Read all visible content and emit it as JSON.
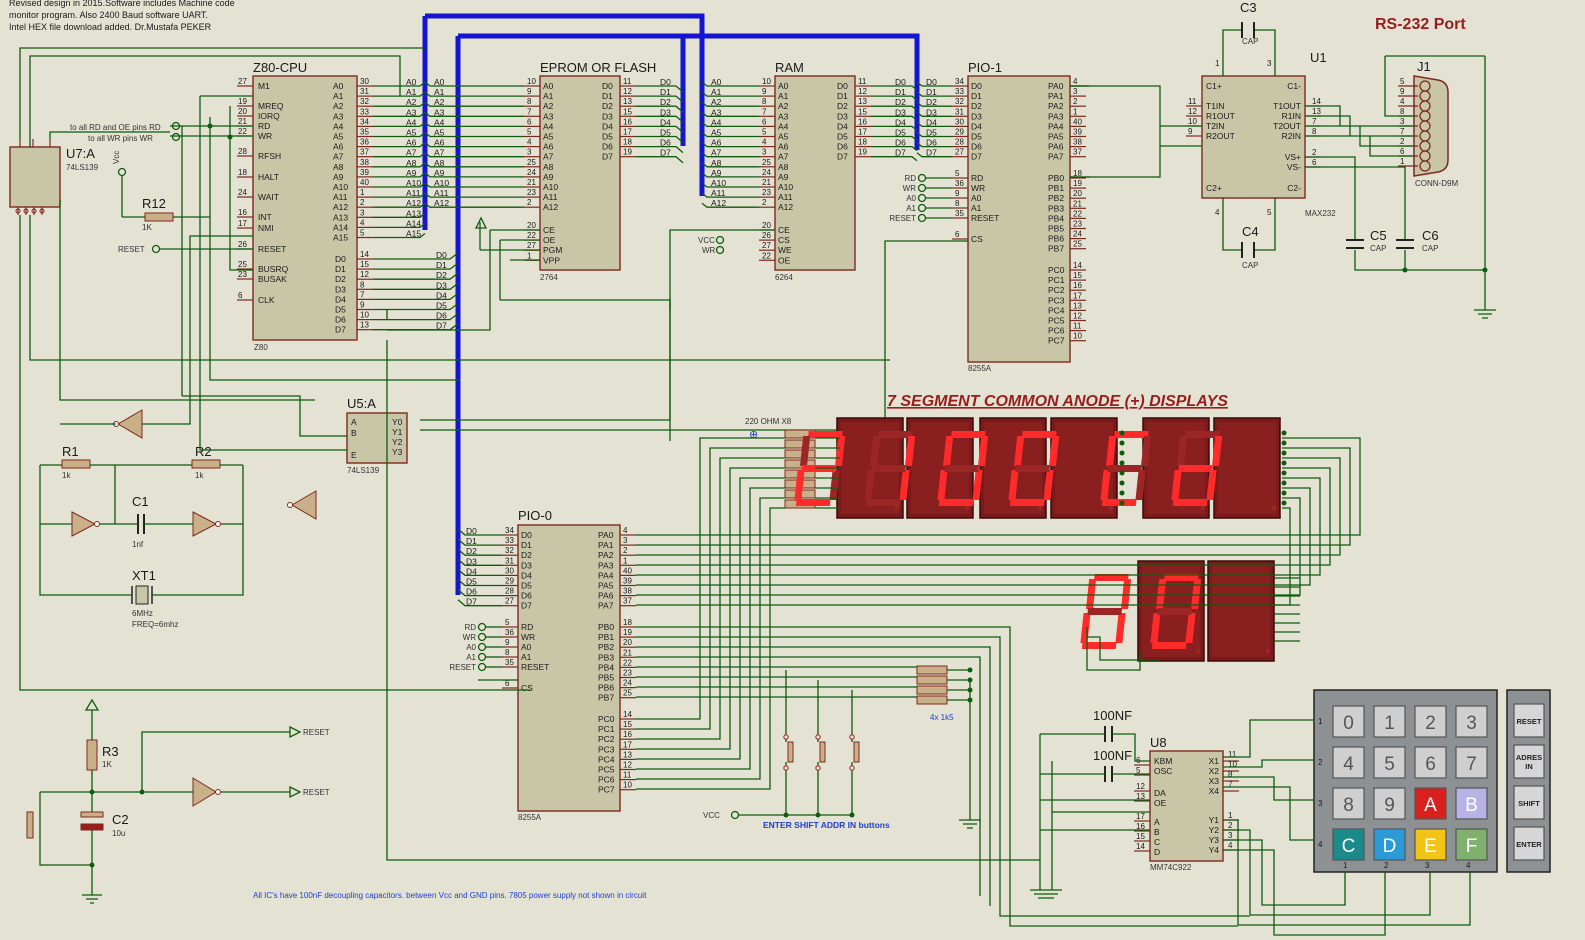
{
  "header_notes": [
    "Revised design in 2015.Software includes Machine code",
    "monitor program. Also 2400 Baud software UART.",
    "Intel HEX file download added.         Dr.Mustafa PEKER"
  ],
  "titles": {
    "rs232": "RS-232 Port",
    "display": "7 SEGMENT COMMON ANODE (+) DISPLAYS",
    "footer": "All IC's have 100nF decoupling capacitors. between Vcc and GND pins. 7805 power supply not shown in circuit",
    "buttons_caption": "ENTER  SHIFT    ADDR IN  buttons"
  },
  "chips": {
    "cpu": {
      "name": "Z80-CPU",
      "part": "Z80"
    },
    "eprom": {
      "name": "EPROM OR FLASH",
      "part": "2764"
    },
    "ram": {
      "name": "RAM",
      "part": "6264"
    },
    "pio1": {
      "name": "PIO-1",
      "part": "8255A"
    },
    "pio0": {
      "name": "PIO-0",
      "part": "8255A"
    },
    "u7": {
      "name": "U7:A",
      "part": "74LS139"
    },
    "u5": {
      "name": "U5:A",
      "part": "74LS139"
    },
    "u1": {
      "name": "U1",
      "part": "MAX232"
    },
    "u8": {
      "name": "U8",
      "part": "MM74C922"
    },
    "j1": {
      "name": "J1",
      "part": "CONN-D9M"
    }
  },
  "components": {
    "r12": "R12",
    "r12_val": "1K",
    "r1": "R1",
    "r1_val": "1k",
    "r2": "R2",
    "r2_val": "1k",
    "r3": "R3",
    "r3_val": "1K",
    "c1": "C1",
    "c1_val": "1nf",
    "c2": "C2",
    "c2_val": "10u",
    "c3": "C3",
    "c4": "C4",
    "c5": "C5",
    "c6": "C6",
    "cap": "CAP",
    "xt1": "XT1",
    "xt1_val": "6MHz",
    "xt1_freq": "FREQ=6mhz",
    "rnet": "220 OHM X8",
    "r4x": "4x 1k5",
    "c_kb1": "100NF",
    "c_kb2": "100NF"
  },
  "labels": {
    "to_rd": "to all RD and OE pins RD",
    "to_wr": "to all WR pins WR",
    "vcc": "VCC",
    "vcc_lower": "Vcc",
    "reset": "RESET",
    "wr": "WR",
    "rd": "RD"
  },
  "cpu_left_pins": [
    "M1",
    "MREQ",
    "IORQ",
    "RD",
    "WR",
    "RFSH",
    "HALT",
    "WAIT",
    "INT",
    "NMI",
    "RESET",
    "BUSRQ",
    "BUSAK",
    "CLK"
  ],
  "cpu_left_nums": [
    "27",
    "19",
    "20",
    "21",
    "22",
    "28",
    "18",
    "24",
    "16",
    "17",
    "26",
    "25",
    "23",
    "6"
  ],
  "cpu_addr_nums": [
    "30",
    "31",
    "32",
    "33",
    "34",
    "35",
    "36",
    "37",
    "38",
    "39",
    "40",
    "1",
    "2",
    "3",
    "4",
    "5"
  ],
  "cpu_data_nums": [
    "14",
    "15",
    "12",
    "8",
    "7",
    "9",
    "10",
    "13"
  ],
  "eprom_addr_nums": [
    "10",
    "9",
    "8",
    "7",
    "6",
    "5",
    "4",
    "3",
    "25",
    "24",
    "21",
    "23",
    "2"
  ],
  "eprom_data_nums": [
    "11",
    "12",
    "13",
    "15",
    "16",
    "17",
    "18",
    "19"
  ],
  "eprom_ctrl": [
    "CE",
    "OE",
    "PGM",
    "VPP"
  ],
  "eprom_ctrl_nums": [
    "20",
    "22",
    "27",
    "1"
  ],
  "ram_addr_nums": [
    "10",
    "9",
    "8",
    "7",
    "6",
    "5",
    "4",
    "3",
    "25",
    "24",
    "21",
    "23",
    "2"
  ],
  "ram_data_nums": [
    "11",
    "12",
    "13",
    "15",
    "16",
    "17",
    "18",
    "19"
  ],
  "ram_ctrl": [
    "CE",
    "CS",
    "WE",
    "OE"
  ],
  "ram_ctrl_nums": [
    "20",
    "26",
    "27",
    "22"
  ],
  "pio_data_nums": [
    "34",
    "33",
    "32",
    "31",
    "30",
    "29",
    "28",
    "27"
  ],
  "pio_pa_nums": [
    "4",
    "3",
    "2",
    "1",
    "40",
    "39",
    "38",
    "37"
  ],
  "pio_pb_nums": [
    "18",
    "19",
    "20",
    "21",
    "22",
    "23",
    "24",
    "25"
  ],
  "pio_pc_nums": [
    "14",
    "15",
    "16",
    "17",
    "13",
    "12",
    "11",
    "10"
  ],
  "pio_ctrl": [
    "RD",
    "WR",
    "A0",
    "A1",
    "RESET",
    "CS"
  ],
  "pio_ctrl_nums": [
    "5",
    "36",
    "9",
    "8",
    "35",
    "6"
  ],
  "max232_left": [
    "C1+",
    "T1IN",
    "R1OUT",
    "T2IN",
    "R2OUT",
    "C2+"
  ],
  "max232_right": [
    "C1-",
    "T1OUT",
    "R1IN",
    "T2OUT",
    "R2IN",
    "VS+",
    "VS-",
    "C2-"
  ],
  "kbd_left": [
    "KBM",
    "OSC",
    "DA",
    "OE",
    "A",
    "B",
    "C",
    "D"
  ],
  "kbd_right": [
    "X1",
    "X2",
    "X3",
    "X4",
    "Y1",
    "Y2",
    "Y3",
    "Y4"
  ],
  "display_digits_top": [
    "2",
    "1",
    "0",
    "0",
    "C",
    "d"
  ],
  "display_digits_bottom": [
    "0",
    "0"
  ],
  "keypad": {
    "rows": [
      [
        "0",
        "1",
        "2",
        "3"
      ],
      [
        "4",
        "5",
        "6",
        "7"
      ],
      [
        "8",
        "9",
        "A",
        "B"
      ],
      [
        "C",
        "D",
        "E",
        "F"
      ]
    ],
    "side_buttons": [
      "RESET",
      "ADRES IN",
      "SHIFT",
      "ENTER"
    ],
    "row_nums": [
      "1",
      "2",
      "3",
      "4"
    ],
    "col_nums": [
      "1",
      "2",
      "3",
      "4"
    ],
    "key_colors": {
      "A": "#d9201d",
      "B": "#b8b2e6",
      "C": "#1a8a8a",
      "D": "#2a9ad8",
      "E": "#f2c418",
      "F": "#7fb06e"
    }
  }
}
